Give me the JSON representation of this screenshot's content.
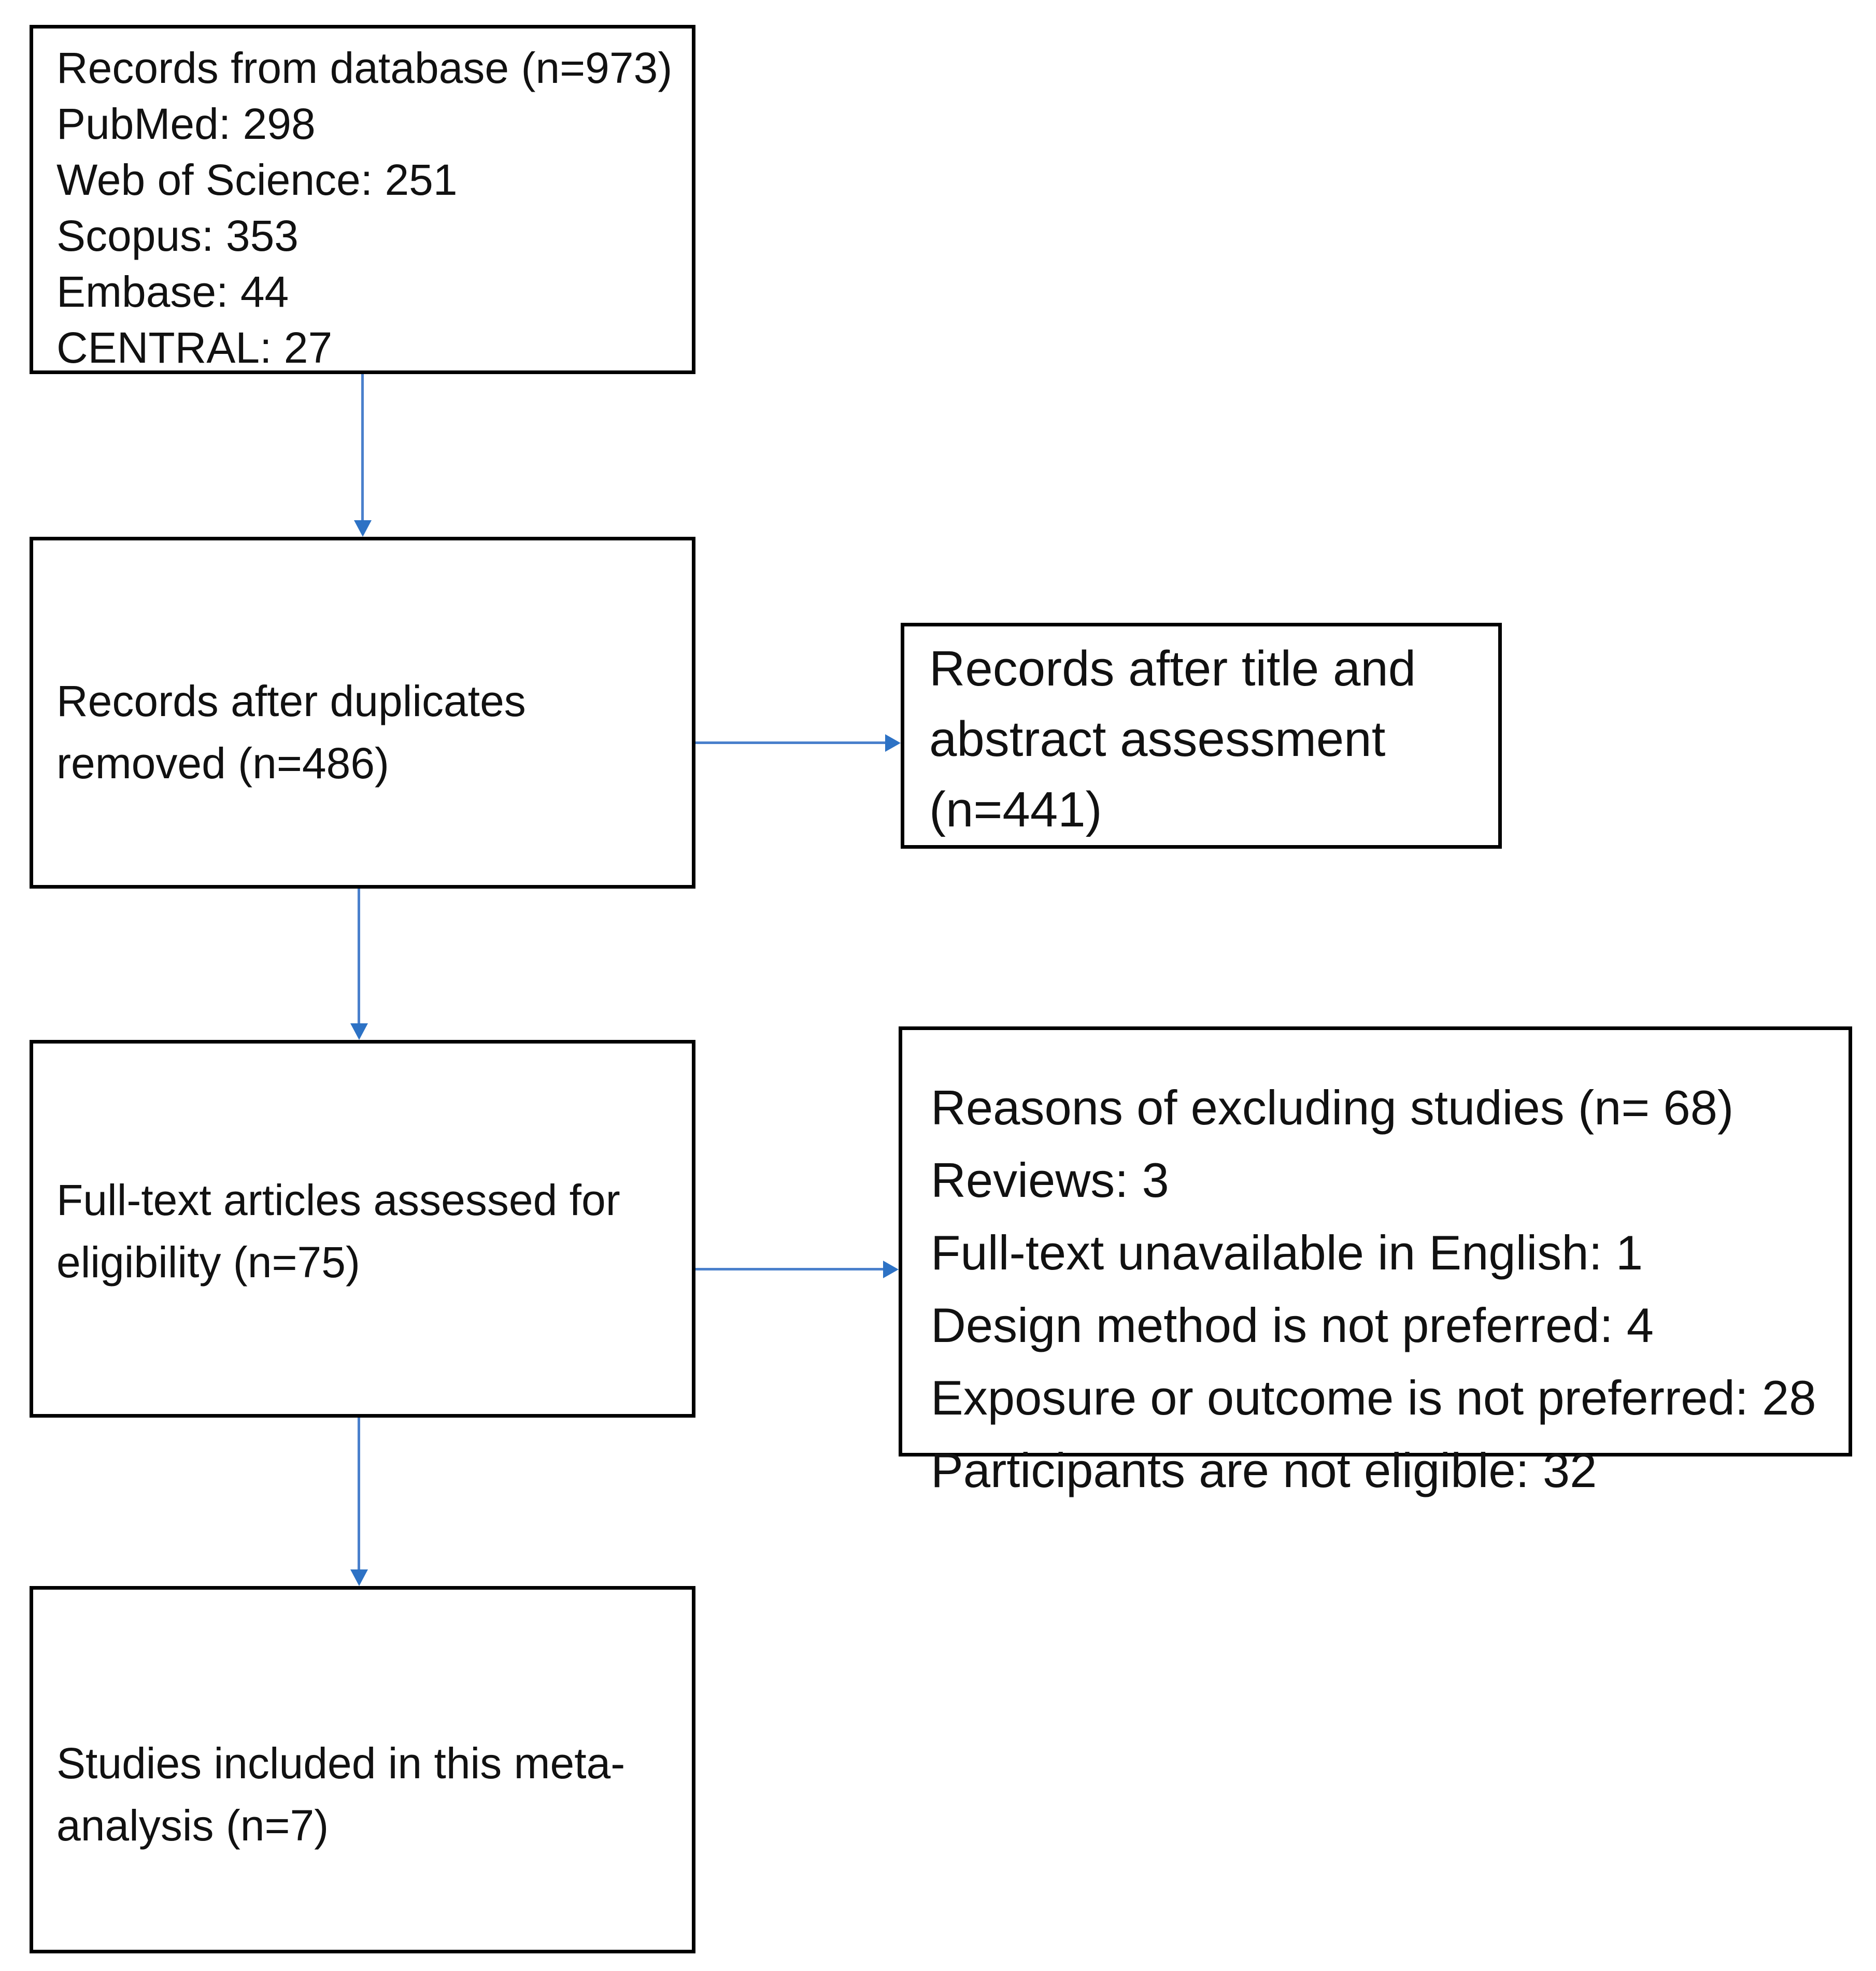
{
  "diagram": {
    "title": "Study selection flow diagram",
    "boxes": [
      {
        "id": "records-from-database",
        "lines": [
          "Records from database (n=973)",
          "PubMed: 298",
          "Web of Science: 251",
          "Scopus: 353",
          "Embase: 44",
          "CENTRAL: 27"
        ]
      },
      {
        "id": "records-after-duplicates-removed",
        "lines": [
          "Records after duplicates",
          "removed (n=486)"
        ]
      },
      {
        "id": "records-after-title-abstract-assessment",
        "lines": [
          "Records after title and",
          "abstract assessment",
          "(n=441)"
        ]
      },
      {
        "id": "full-text-articles-assessed",
        "lines": [
          "Full-text articles assessed for",
          "eligibility (n=75)"
        ]
      },
      {
        "id": "reasons-of-excluding-studies",
        "lines": [
          "Reasons of excluding studies (n= 68)",
          "Reviews: 3",
          "Full-text unavailable in English: 1",
          "Design method is not preferred: 4",
          "Exposure or outcome is not preferred: 28",
          "Participants are not eligible: 32"
        ]
      },
      {
        "id": "studies-included-meta-analysis",
        "lines": [
          "Studies included in this meta-",
          "analysis (n=7)"
        ]
      }
    ],
    "counts": {
      "records_from_database": 973,
      "pubmed": 298,
      "web_of_science": 251,
      "scopus": 353,
      "embase": 44,
      "central": 27,
      "after_duplicates_removed": 486,
      "after_title_abstract_assessment": 441,
      "full_text_assessed": 75,
      "excluded_total": 68,
      "excluded_reviews": 3,
      "excluded_no_english_fulltext": 1,
      "excluded_design_method": 4,
      "excluded_exposure_outcome": 28,
      "excluded_participants": 32,
      "included_in_meta_analysis": 7
    },
    "colors": {
      "background": "#ffffff",
      "border": "#000000",
      "text": "#111111",
      "arrow_line": "#4a80cc",
      "arrow_head": "#2d72c5"
    }
  }
}
